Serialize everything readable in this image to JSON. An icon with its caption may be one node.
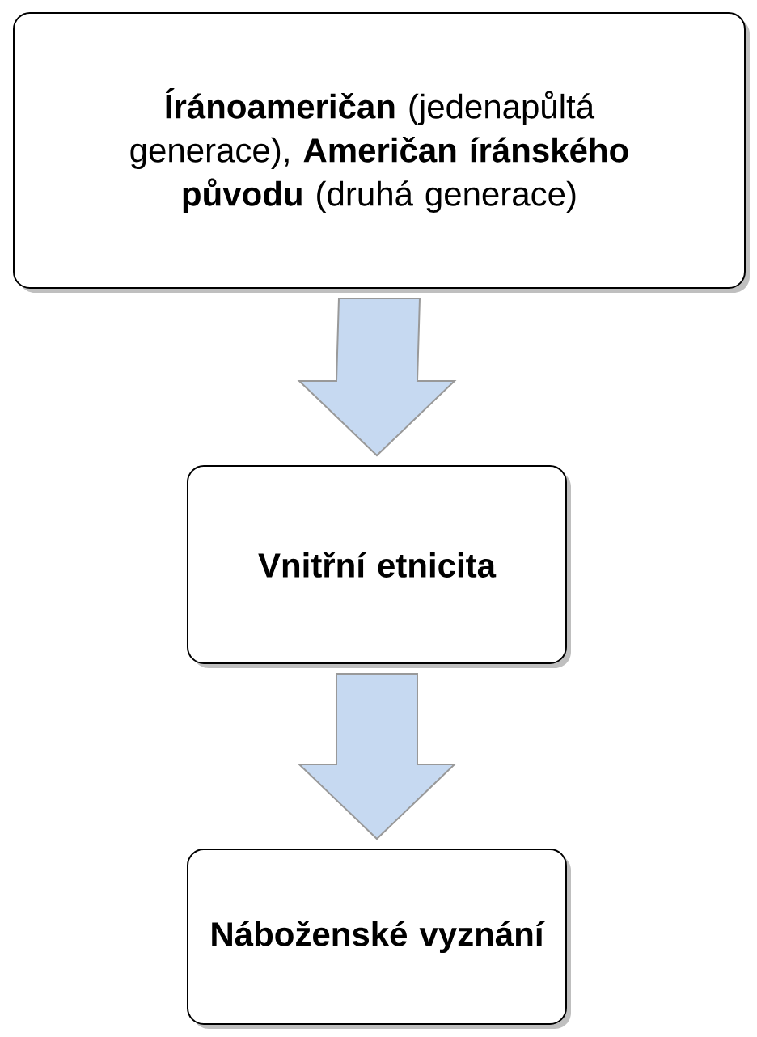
{
  "diagram": {
    "nodes": [
      {
        "text": [
          "**Íránoameričan** (jedenapůltá generace), **Američan íránského původu** (druhá generace)"
        ]
      },
      {
        "text": [
          "Vnitřní etnicita"
        ]
      },
      {
        "text": [
          "Náboženské vyznání"
        ]
      }
    ],
    "edges": [
      {
        "from": 0,
        "to": 1,
        "arrow": "to"
      },
      {
        "from": 1,
        "to": 2,
        "arrow": "to"
      }
    ]
  }
}
